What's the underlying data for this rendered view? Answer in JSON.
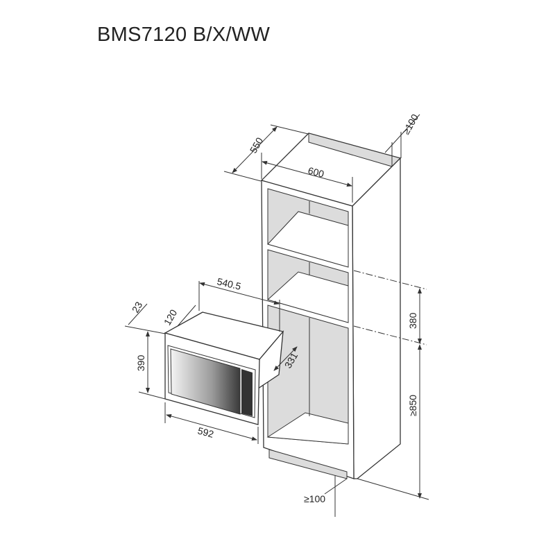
{
  "title": "BMS7120 B/X/WW",
  "dimensions": {
    "cabinet_depth": "550",
    "cabinet_width": "600",
    "top_clearance": "≥100",
    "opening_height": "380",
    "floor_to_opening": "≥850",
    "bottom_clearance": "≥100",
    "unit_width_body": "540.5",
    "frame_depth": "23",
    "frame_offset": "120",
    "unit_height": "390",
    "unit_depth": "331",
    "frame_width": "592"
  }
}
